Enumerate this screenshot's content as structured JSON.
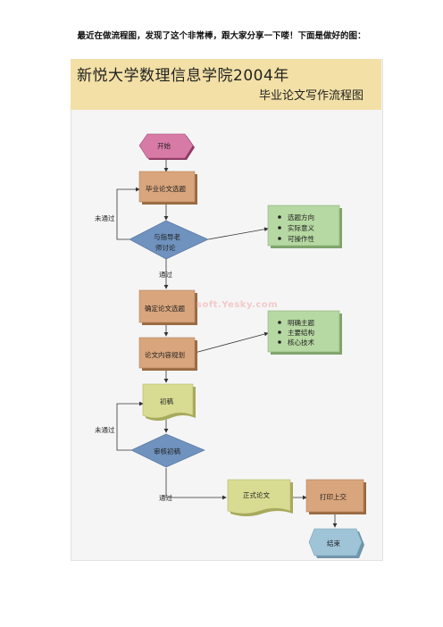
{
  "caption": "最近在做流程图，发现了这个非常棒，跟大家分享一下喽！下面是做好的图：",
  "banner": {
    "title": "新悦大学数理信息学院2004年",
    "subtitle": "毕业论文写作流程图"
  },
  "nodes": {
    "start": "开始",
    "select_topic": "毕业论文选题",
    "discuss": [
      "与指导老",
      "师讨论"
    ],
    "confirm_topic": "确定论文选题",
    "content_plan": "论文内容规划",
    "first_draft": "初稿",
    "review_draft": "审核初稿",
    "final_paper": "正式论文",
    "print_submit": "打印上交",
    "end": "结束"
  },
  "notes": {
    "topic_criteria": [
      "选题方向",
      "实际意义",
      "可操作性"
    ],
    "plan_points": [
      "明确主题",
      "主要结构",
      "核心技术"
    ]
  },
  "edge_labels": {
    "not_passed_1": "未通过",
    "passed_1": "通过",
    "not_passed_2": "未通过",
    "passed_2": "通过"
  },
  "watermark": "soft.Yesky.com",
  "colors": {
    "banner": "#f2e0a6",
    "start_hex": "#d77aa6",
    "process_box": "#d9a57c",
    "decision": "#6f92be",
    "note_box": "#b6d8a2",
    "document": "#d8dc92",
    "terminator": "#9fc4d8"
  }
}
